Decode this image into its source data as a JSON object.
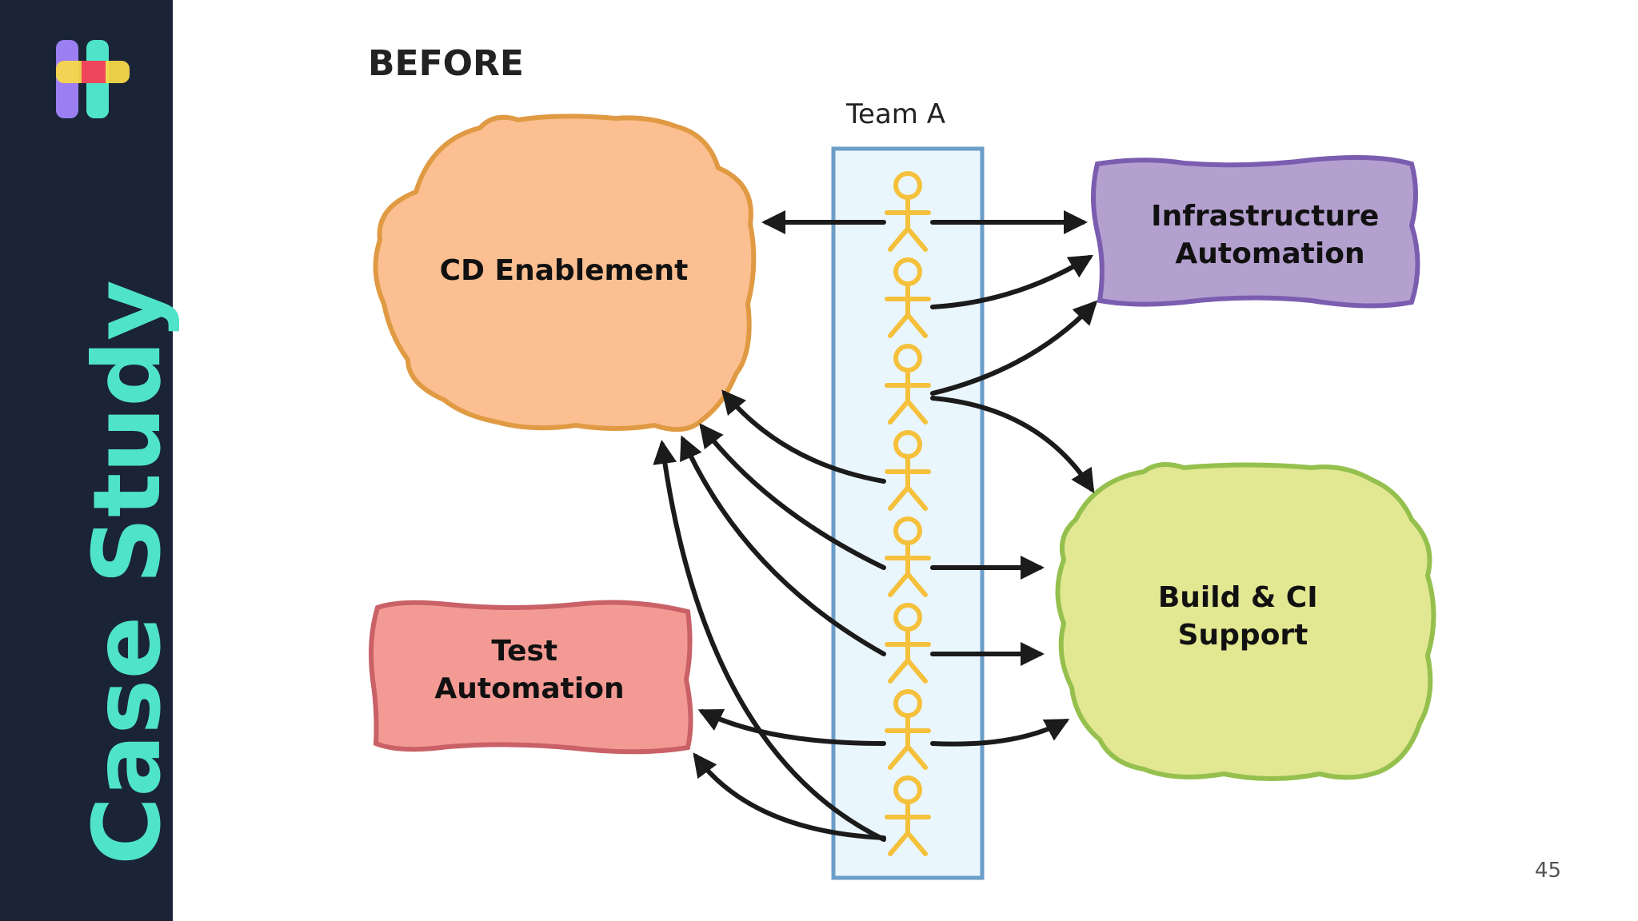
{
  "sidebar": {
    "title": "Case Study"
  },
  "heading": "BEFORE",
  "team": {
    "label": "Team A",
    "member_count": 8
  },
  "nodes": {
    "cd": {
      "lines": [
        "CD Enablement"
      ],
      "fill": "#fcbf91",
      "stroke": "#e09a43"
    },
    "infra": {
      "lines": [
        "Infrastructure",
        "Automation"
      ],
      "fill": "#b4a0cf",
      "stroke": "#7b5db0"
    },
    "test": {
      "lines": [
        "Test",
        "Automation"
      ],
      "fill": "#f49a94",
      "stroke": "#c96167"
    },
    "build": {
      "lines": [
        "Build & CI",
        "Support"
      ],
      "fill": "#e2e792",
      "stroke": "#95c04e"
    }
  },
  "colors": {
    "sidebar_bg": "#1a2436",
    "accent": "#4fe3c9",
    "team_box_fill": "#eaf6fd",
    "team_box_stroke": "#6b9ec8",
    "person": "#f5c13c",
    "arrow": "#1b1b1b"
  },
  "icons": {
    "logo": "brand-logo-icon",
    "person": "person-icon"
  },
  "page_number": "45"
}
